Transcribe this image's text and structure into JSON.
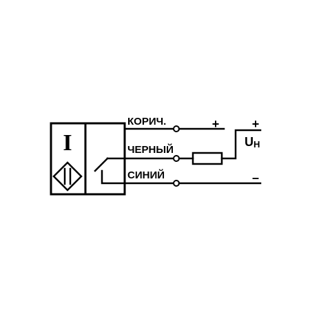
{
  "sensor": {
    "function_symbol": "I"
  },
  "wires": [
    {
      "label": "КОРИЧ.",
      "polarity": "+"
    },
    {
      "label": "ЧЕРНЫЙ"
    },
    {
      "label": "СИНИЙ",
      "polarity": "–"
    }
  ],
  "supply": {
    "polarity_top": "+",
    "voltage_main": "U",
    "voltage_sub": "H"
  }
}
